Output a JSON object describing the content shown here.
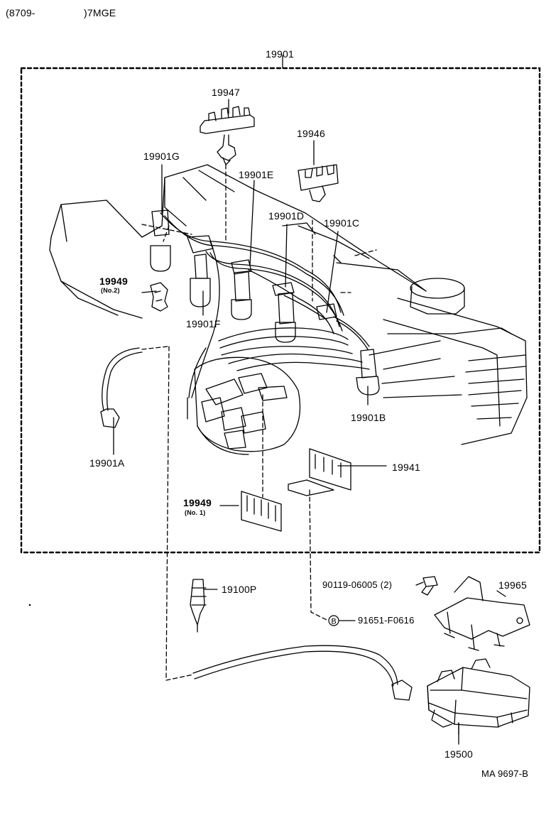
{
  "header": {
    "code": "(8709-",
    "model": ")7MGE"
  },
  "footer": {
    "ref": "MA  9697-B"
  },
  "labels": {
    "assembly": "19901",
    "p19947": "19947",
    "p19946": "19946",
    "p19901G": "19901G",
    "p19901E": "19901E",
    "p19901D": "19901D",
    "p19901C": "19901C",
    "p19949_2": "19949",
    "p19949_2_sub": "(No.2)",
    "p19901F": "19901F",
    "p19901A": "19901A",
    "p19901B": "19901B",
    "p19941": "19941",
    "p19949_1": "19949",
    "p19949_1_sub": "(No. 1)",
    "p19100P": "19100P",
    "p90119": "90119-06005 (2)",
    "p19965": "19965",
    "marker_b": "B",
    "p91651": "91651-F0616",
    "p19500": "19500"
  }
}
